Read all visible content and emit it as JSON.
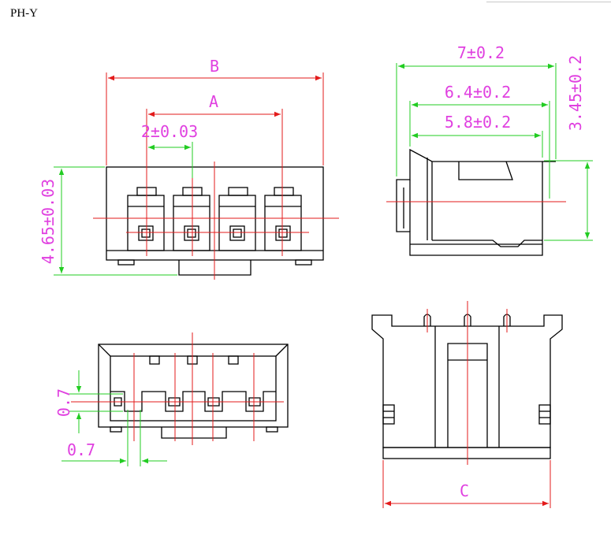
{
  "title": "PH-Y",
  "labels": {
    "b": "B",
    "a": "A",
    "pitch": "2±0.03",
    "height": "4.65±0.03",
    "depth_total": "7±0.2",
    "depth_mid": "6.4±0.2",
    "depth_inner": "5.8±0.2",
    "side_height": "3.45±0.2",
    "pin_height": "0.7",
    "pin_width": "0.7",
    "c": "C"
  },
  "colors": {
    "outline": "#000000",
    "centerline": "#e31b1b",
    "extension": "#22cc22",
    "dimension_text": "#e040e0"
  }
}
